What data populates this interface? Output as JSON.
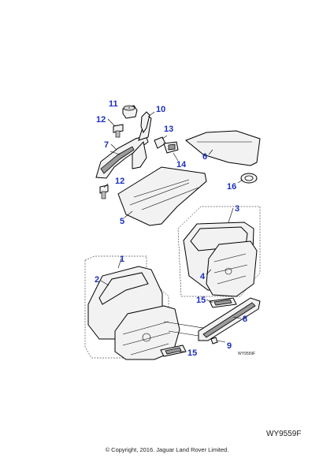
{
  "callouts": [
    {
      "id": "c1",
      "label": "1"
    },
    {
      "id": "c2",
      "label": "2"
    },
    {
      "id": "c3",
      "label": "3"
    },
    {
      "id": "c4",
      "label": "4"
    },
    {
      "id": "c5",
      "label": "5"
    },
    {
      "id": "c6",
      "label": "6"
    },
    {
      "id": "c7",
      "label": "7"
    },
    {
      "id": "c8",
      "label": "8"
    },
    {
      "id": "c9",
      "label": "9"
    },
    {
      "id": "c10",
      "label": "10"
    },
    {
      "id": "c11",
      "label": "11"
    },
    {
      "id": "c12a",
      "label": "12"
    },
    {
      "id": "c12b",
      "label": "12"
    },
    {
      "id": "c13",
      "label": "13"
    },
    {
      "id": "c14",
      "label": "14"
    },
    {
      "id": "c15a",
      "label": "15"
    },
    {
      "id": "c15b",
      "label": "15"
    },
    {
      "id": "c16",
      "label": "16"
    }
  ],
  "diagram_ref_small": "WY9559F",
  "sheet_ref": "WY9559F",
  "copyright": "© Copyright, 2016. Jaguar Land Rover Limited."
}
